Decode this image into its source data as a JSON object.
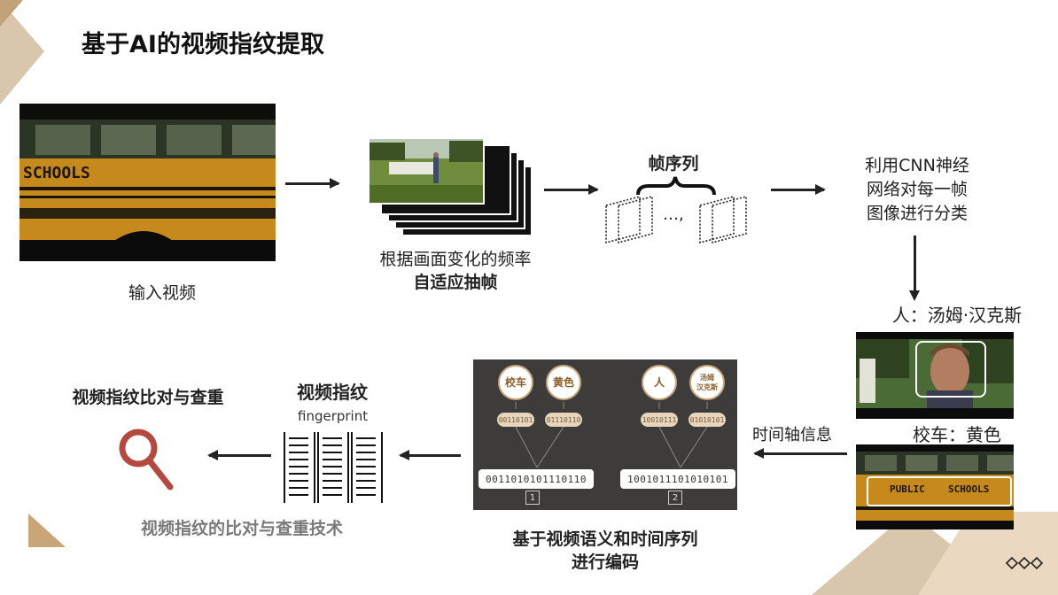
{
  "title": "基于AI的视频指纹提取",
  "step1": {
    "caption": "输入视频",
    "bus_text": "SCHOOLS"
  },
  "step2": {
    "caption_line1": "根据画面变化的频率",
    "caption_line2": "自适应抽帧"
  },
  "step3": {
    "label": "帧序列",
    "separator": "…,"
  },
  "step4": {
    "line1": "利用CNN神经",
    "line2": "网络对每一帧",
    "line3": "图像进行分类"
  },
  "person_label": "人：汤姆·汉克斯",
  "bus_label": "校车：黄色",
  "bus_sign_public": "PUBLIC",
  "bus_sign_schools": "SCHOOLS",
  "timeline_label": "时间轴信息",
  "encoding": {
    "caption_line1": "基于视频语义和时间序列",
    "caption_line2": "进行编码",
    "group1": {
      "tag_a": "校车",
      "tag_b": "黄色",
      "bin_a": "00110101",
      "bin_b": "01110110",
      "combined": "0011010101110110",
      "index": "1"
    },
    "group2": {
      "tag_a": "人",
      "tag_b": "汤姆\n汉克斯",
      "bin_a": "10010111",
      "bin_b": "01010101",
      "combined": "1001011101010101",
      "index": "2"
    }
  },
  "fingerprint": {
    "label": "视频指纹",
    "sublabel": "fingerprint"
  },
  "compare": {
    "label": "视频指纹比对与查重",
    "caption": "视频指纹的比对与查重技术"
  },
  "colors": {
    "accent_gold": "#c5a57e",
    "panel_dark": "#3d3c3b",
    "magnifier_red": "#b5483f"
  }
}
